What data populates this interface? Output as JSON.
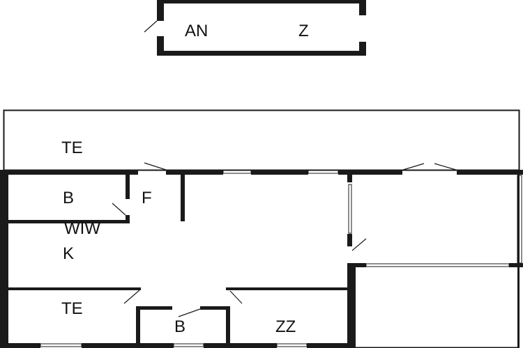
{
  "rooms": {
    "an": "AN",
    "z": "Z",
    "te_top": "TE",
    "b_top": "B",
    "f": "F",
    "wiw": "WIW",
    "k": "K",
    "te_bottom": "TE",
    "b_bottom": "B",
    "zz": "ZZ"
  },
  "colors": {
    "wall": "#1a1a1a",
    "background": "#ffffff"
  }
}
